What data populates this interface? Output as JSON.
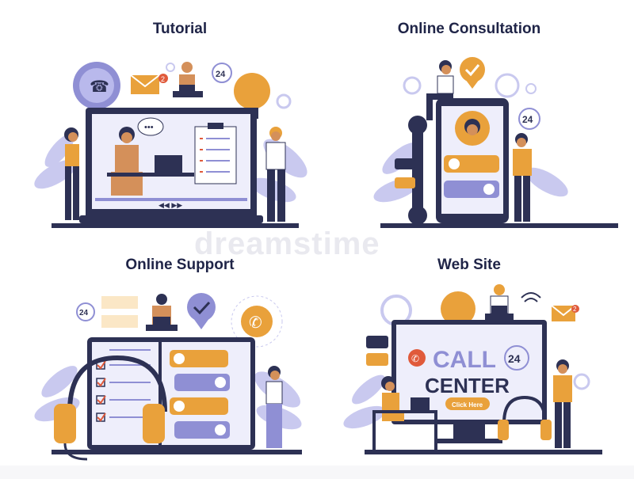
{
  "panels": {
    "tutorial": {
      "title": "Tutorial",
      "badge_24": "24",
      "mail_count": "2"
    },
    "consultation": {
      "title": "Online Consultation",
      "badge_24": "24"
    },
    "support": {
      "title": "Online Support",
      "badge_24": "24"
    },
    "website": {
      "title": "Web Site",
      "call": "CALL",
      "center": "CENTER",
      "badge_24": "24",
      "button_label": "Click Here",
      "mail_count": "2"
    }
  },
  "watermark": "dreamstime",
  "colors": {
    "navy": "#2d3154",
    "purple": "#8f8fd4",
    "lavender": "#c9c9ef",
    "orange": "#e9a13b",
    "skin": "#d4905a",
    "light": "#eeeefb"
  }
}
